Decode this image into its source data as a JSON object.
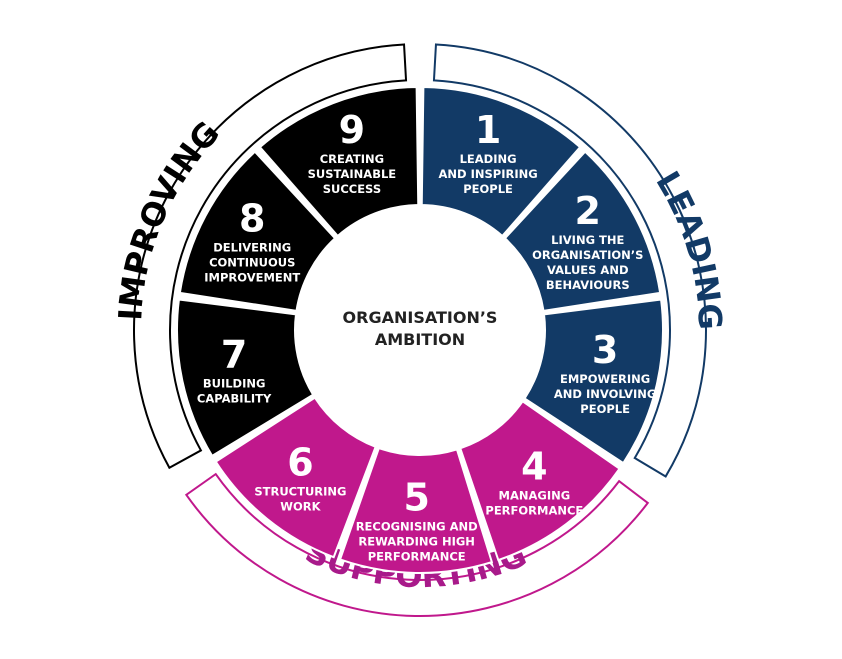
{
  "center": {
    "lines": [
      "ORGANISATION’S",
      "AMBITION"
    ]
  },
  "colors": {
    "leading": "#123a66",
    "supporting": "#c0188c",
    "improving": "#000000",
    "center_text": "#222222",
    "background": "#ffffff"
  },
  "groups": [
    {
      "key": "leading",
      "label": "LEADING",
      "text_color": "#123a66"
    },
    {
      "key": "supporting",
      "label": "SUPPORTING",
      "text_color": "#a81a8a"
    },
    {
      "key": "improving",
      "label": "IMPROVING",
      "text_color": "#000000"
    }
  ],
  "segments": [
    {
      "number": "1",
      "group": "leading",
      "lines": [
        "LEADING",
        "AND INSPIRING",
        "PEOPLE"
      ]
    },
    {
      "number": "2",
      "group": "leading",
      "lines": [
        "LIVING THE",
        "ORGANISATION’S",
        "VALUES AND",
        "BEHAVIOURS"
      ]
    },
    {
      "number": "3",
      "group": "leading",
      "lines": [
        "EMPOWERING",
        "AND INVOLVING",
        "PEOPLE"
      ]
    },
    {
      "number": "4",
      "group": "supporting",
      "lines": [
        "MANAGING",
        "PERFORMANCE"
      ]
    },
    {
      "number": "5",
      "group": "supporting",
      "lines": [
        "RECOGNISING AND",
        "REWARDING HIGH",
        "PERFORMANCE"
      ]
    },
    {
      "number": "6",
      "group": "supporting",
      "lines": [
        "STRUCTURING",
        "WORK"
      ]
    },
    {
      "number": "7",
      "group": "improving",
      "lines": [
        "BUILDING",
        "CAPABILITY"
      ]
    },
    {
      "number": "8",
      "group": "improving",
      "lines": [
        "DELIVERING",
        "CONTINUOUS",
        "IMPROVEMENT"
      ]
    },
    {
      "number": "9",
      "group": "improving",
      "lines": [
        "CREATING",
        "SUSTAINABLE",
        "SUCCESS"
      ]
    }
  ]
}
